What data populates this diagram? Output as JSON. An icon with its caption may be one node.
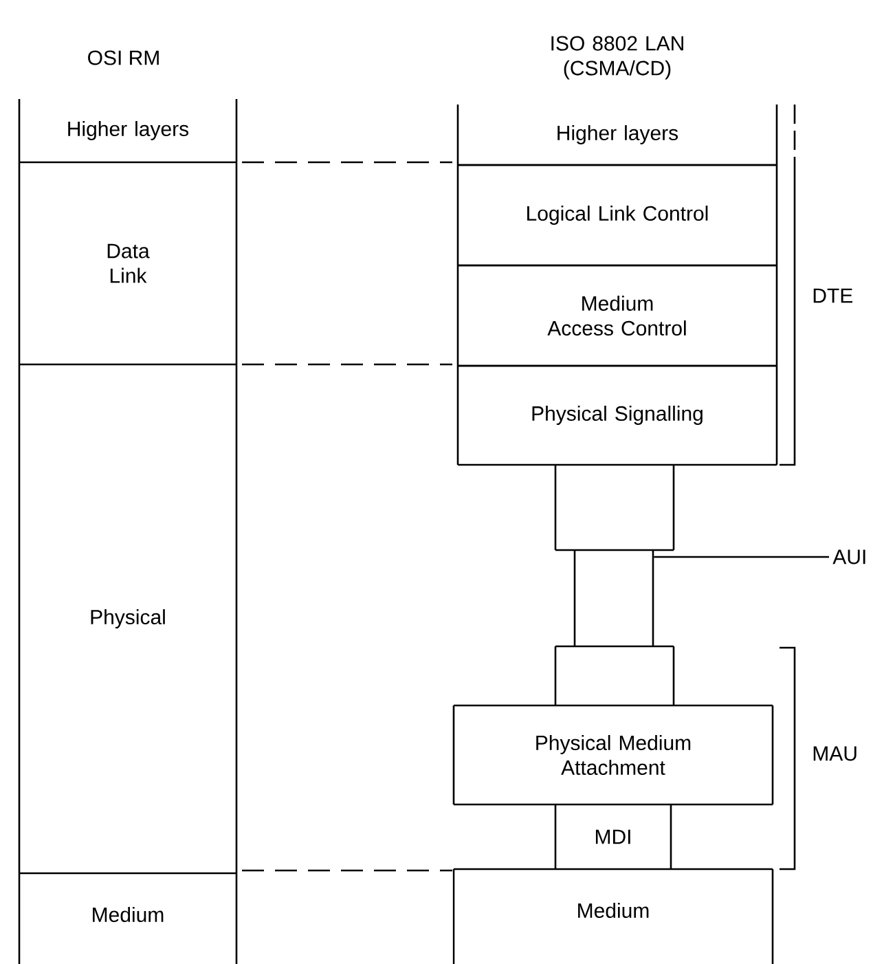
{
  "diagram": {
    "nodes": [
      {
        "text": [
          "Higher layers"
        ]
      },
      {
        "text": [
          "Data Link"
        ]
      },
      {
        "text": [
          "Physical"
        ]
      },
      {
        "text": [
          "Medium"
        ]
      },
      {
        "text": [
          "Higher layers"
        ]
      },
      {
        "text": [
          "Logical Link Control"
        ]
      },
      {
        "text": [
          "Medium Access Control"
        ]
      },
      {
        "text": [
          "Physical Signalling"
        ]
      },
      {
        "text": [],
        "shape": "box"
      },
      {
        "text": [],
        "shape": "box"
      },
      {
        "text": [],
        "shape": "box"
      },
      {
        "text": [
          "Physical Medium Attachment"
        ]
      },
      {
        "text": [
          "MDI"
        ]
      },
      {
        "text": [
          "Medium"
        ]
      },
      {
        "text": [
          "AUI"
        ]
      }
    ],
    "edges": [
      {
        "from": 14,
        "to": 9,
        "arrow": "none"
      }
    ],
    "labels": [
      "OSI RM",
      "ISO 8802 LAN (CSMA/CD)",
      "DTE",
      "MAU"
    ]
  }
}
